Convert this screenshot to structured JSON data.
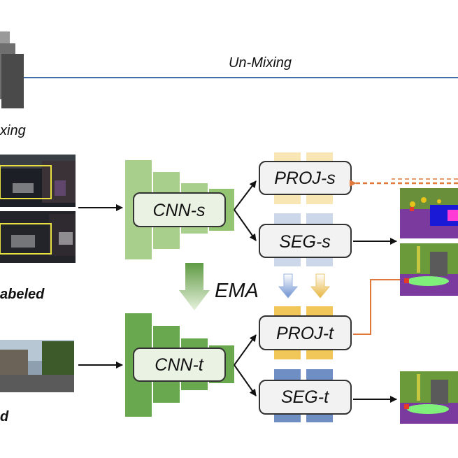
{
  "header": {
    "unmixing_label": "Un-Mixing",
    "mixing_fragment": "xing"
  },
  "inputs": {
    "labeled_fragment": "abeled",
    "unlabeled_fragment": "d"
  },
  "student": {
    "cnn_label": "CNN-s",
    "proj_label": "PROJ-s",
    "seg_label": "SEG-s",
    "color_light": "#a9cf8c",
    "color_mid": "#93c472"
  },
  "teacher": {
    "cnn_label": "CNN-t",
    "proj_label": "PROJ-t",
    "seg_label": "SEG-t",
    "color": "#6aa84f"
  },
  "ema_label": "EMA",
  "colors": {
    "proj_yellow": "#f1c75a",
    "seg_blue": "#8fa6cf",
    "line_blue": "#3f6fa8",
    "feedback_orange": "#e0783a"
  }
}
